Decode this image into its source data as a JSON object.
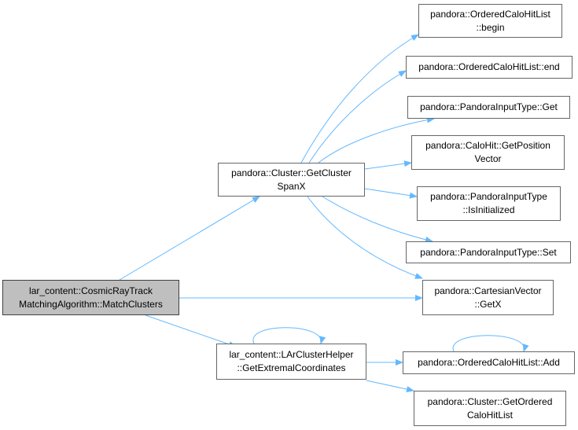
{
  "colors": {
    "edge": "#63b8ff",
    "root_fill": "#bfbfbf",
    "border": "#666666"
  },
  "nodes": {
    "root": {
      "lines": [
        "lar_content::CosmicRayTrack",
        "MatchingAlgorithm::MatchClusters"
      ]
    },
    "span": {
      "lines": [
        "pandora::Cluster::GetCluster",
        "SpanX"
      ]
    },
    "extr": {
      "lines": [
        "lar_content::LArClusterHelper",
        "::GetExtremalCoordinates"
      ]
    },
    "begin": {
      "lines": [
        "pandora::OrderedCaloHitList",
        "::begin"
      ]
    },
    "end": {
      "lines": [
        "pandora::OrderedCaloHitList::end"
      ]
    },
    "get": {
      "lines": [
        "pandora::PandoraInputType::Get"
      ]
    },
    "pos": {
      "lines": [
        "pandora::CaloHit::GetPosition",
        "Vector"
      ]
    },
    "isinit": {
      "lines": [
        "pandora::PandoraInputType",
        "::IsInitialized"
      ]
    },
    "set": {
      "lines": [
        "pandora::PandoraInputType::Set"
      ]
    },
    "getx": {
      "lines": [
        "pandora::CartesianVector",
        "::GetX"
      ]
    },
    "add": {
      "lines": [
        "pandora::OrderedCaloHitList::Add"
      ]
    },
    "ordered": {
      "lines": [
        "pandora::Cluster::GetOrdered",
        "CaloHitList"
      ]
    }
  }
}
